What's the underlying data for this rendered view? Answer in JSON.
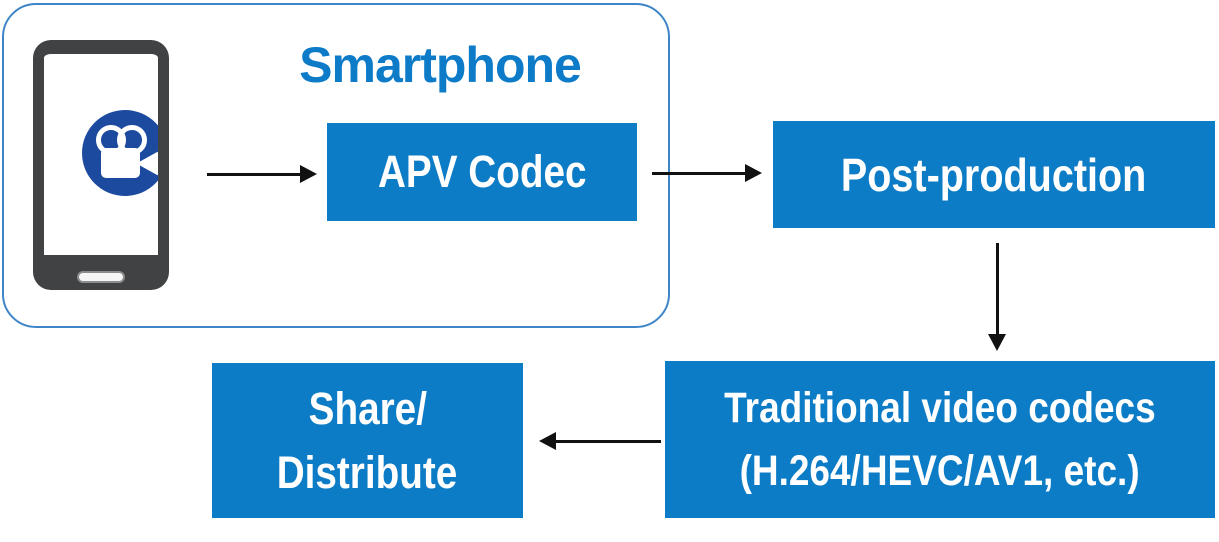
{
  "diagram": {
    "title": "Smartphone",
    "nodes": {
      "apv_codec": {
        "label": "APV Codec"
      },
      "post_production": {
        "label": "Post-production"
      },
      "traditional_codecs": {
        "line1": "Traditional video codecs",
        "line2": "(H.264/HEVC/AV1, etc.)"
      },
      "share_distribute": {
        "line1": "Share/",
        "line2": "Distribute"
      }
    },
    "icons": {
      "phone": "smartphone-icon",
      "camera": "video-camera-icon"
    },
    "flow": [
      "smartphone-camera -> APV Codec",
      "APV Codec -> Post-production",
      "Post-production -> Traditional video codecs (H.264/HEVC/AV1, etc.)",
      "Traditional video codecs -> Share/Distribute"
    ],
    "colors": {
      "box_blue": "#0d7cc6",
      "title_blue": "#0d7bc8",
      "icon_navy": "#1b4a9e",
      "phone_gray": "#404243",
      "container_border": "#3f86c8",
      "arrow_black": "#111111",
      "box_text": "#ffffff"
    }
  }
}
